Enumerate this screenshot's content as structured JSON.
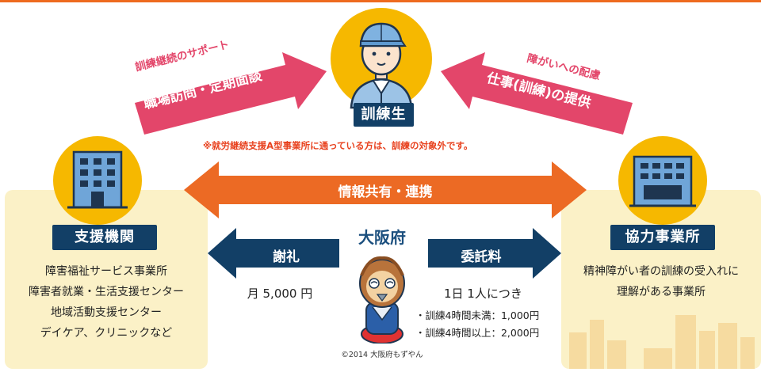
{
  "trainee": {
    "label": "訓練生"
  },
  "left_arrow": {
    "sub": "訓練継続のサポート",
    "main": "職場訪問・定期面談"
  },
  "right_arrow": {
    "sub": "障がいへの配慮",
    "main": "仕事(訓練)の提供"
  },
  "note": "※就労継続支援A型事業所に通っている方は、訓練の対象外です。",
  "info_arrow": {
    "label": "情報共有・連携"
  },
  "support": {
    "title": "支援機関",
    "lines": [
      "障害福祉サービス事業所",
      "障害者就業・生活支援センター",
      "地域活動支援センター",
      "デイケア、クリニックなど"
    ]
  },
  "cooperation": {
    "title": "協力事業所",
    "lines": [
      "精神障がい者の訓練の受入れに",
      "理解がある事業所"
    ]
  },
  "osaka": {
    "label": "大阪府",
    "thanks": {
      "label": "謝礼",
      "amount": "月 5,000 円"
    },
    "fee": {
      "label": "委託料",
      "headline": "1日 1人につき",
      "items": [
        "・訓練4時間未満：1,000円",
        "・訓練4時間以上：2,000円"
      ]
    },
    "copyright": "©2014 大阪府もずやん"
  },
  "colors": {
    "navy": "#123f66",
    "pink": "#e3466a",
    "orange": "#ec6a24",
    "circle": "#f6b800",
    "panel": "#fbf1c7",
    "accent": "#ee6a1f"
  },
  "icons": [
    "trainee-figure-icon",
    "office-building-icon",
    "company-building-icon",
    "mozuyan-mascot-icon"
  ]
}
